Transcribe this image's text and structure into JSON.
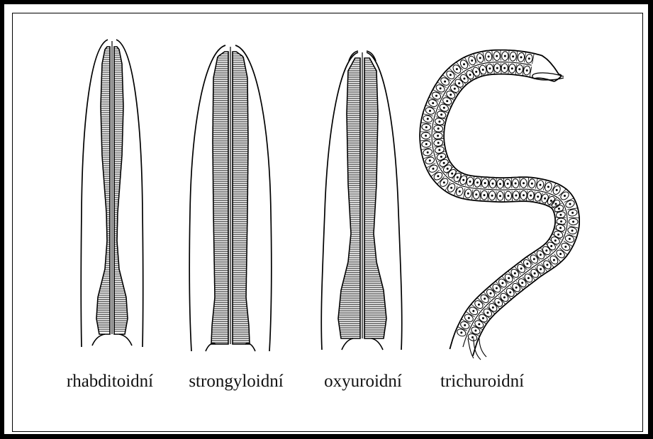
{
  "figure": {
    "labels": [
      {
        "id": "rhabditoid",
        "text": "rhabditoidní"
      },
      {
        "id": "strongyloid",
        "text": "strongyloidní"
      },
      {
        "id": "oxyuroid",
        "text": "oxyuroidní"
      },
      {
        "id": "trichuroid",
        "text": "trichuroidní"
      }
    ],
    "colors": {
      "ink": "#000000",
      "paper": "#ffffff",
      "frame": "#000000"
    }
  }
}
